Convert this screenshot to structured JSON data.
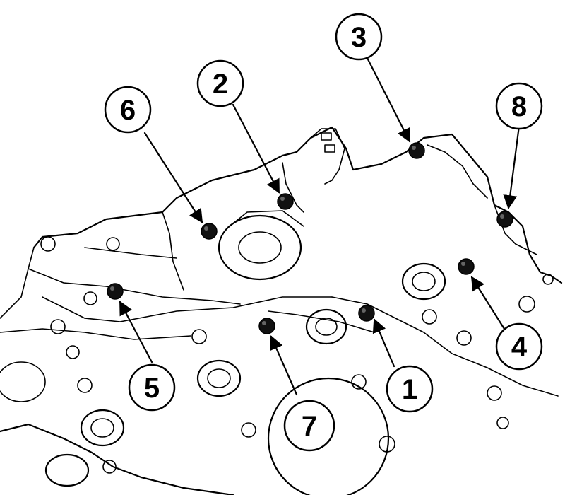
{
  "figure": {
    "callouts": [
      {
        "id": 1,
        "label": "1"
      },
      {
        "id": 2,
        "label": "2"
      },
      {
        "id": 3,
        "label": "3"
      },
      {
        "id": 4,
        "label": "4"
      },
      {
        "id": 5,
        "label": "5"
      },
      {
        "id": 6,
        "label": "6"
      },
      {
        "id": 7,
        "label": "7"
      },
      {
        "id": 8,
        "label": "8"
      }
    ],
    "colors": {
      "line": "#000000",
      "background": "#ffffff",
      "bolt": "#111111"
    }
  }
}
